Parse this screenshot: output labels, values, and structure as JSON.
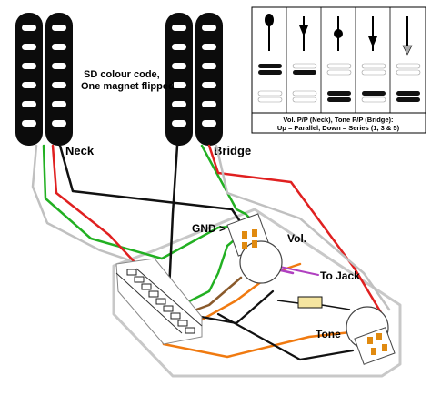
{
  "labels": {
    "colour_code_line1": "SD colour code,",
    "colour_code_line2": "One magnet flipped",
    "neck": "Neck",
    "bridge": "Bridge",
    "gnd": "GND >",
    "vol": "Vol.",
    "to_jack": "To Jack",
    "tone": "Tone"
  },
  "legend": {
    "caption_line1": "Vol. P/P (Neck), Tone P/P (Bridge):",
    "caption_line2": "Up = Parallel, Down = Series (1, 3 & 5)"
  },
  "colors": {
    "red": "#e02020",
    "green": "#22b022",
    "black": "#111111",
    "white_wire": "#bdbdbd",
    "orange": "#f07a10",
    "brown": "#8a5a2b",
    "purple": "#b040c0",
    "resistor": "#f5e5a0"
  }
}
